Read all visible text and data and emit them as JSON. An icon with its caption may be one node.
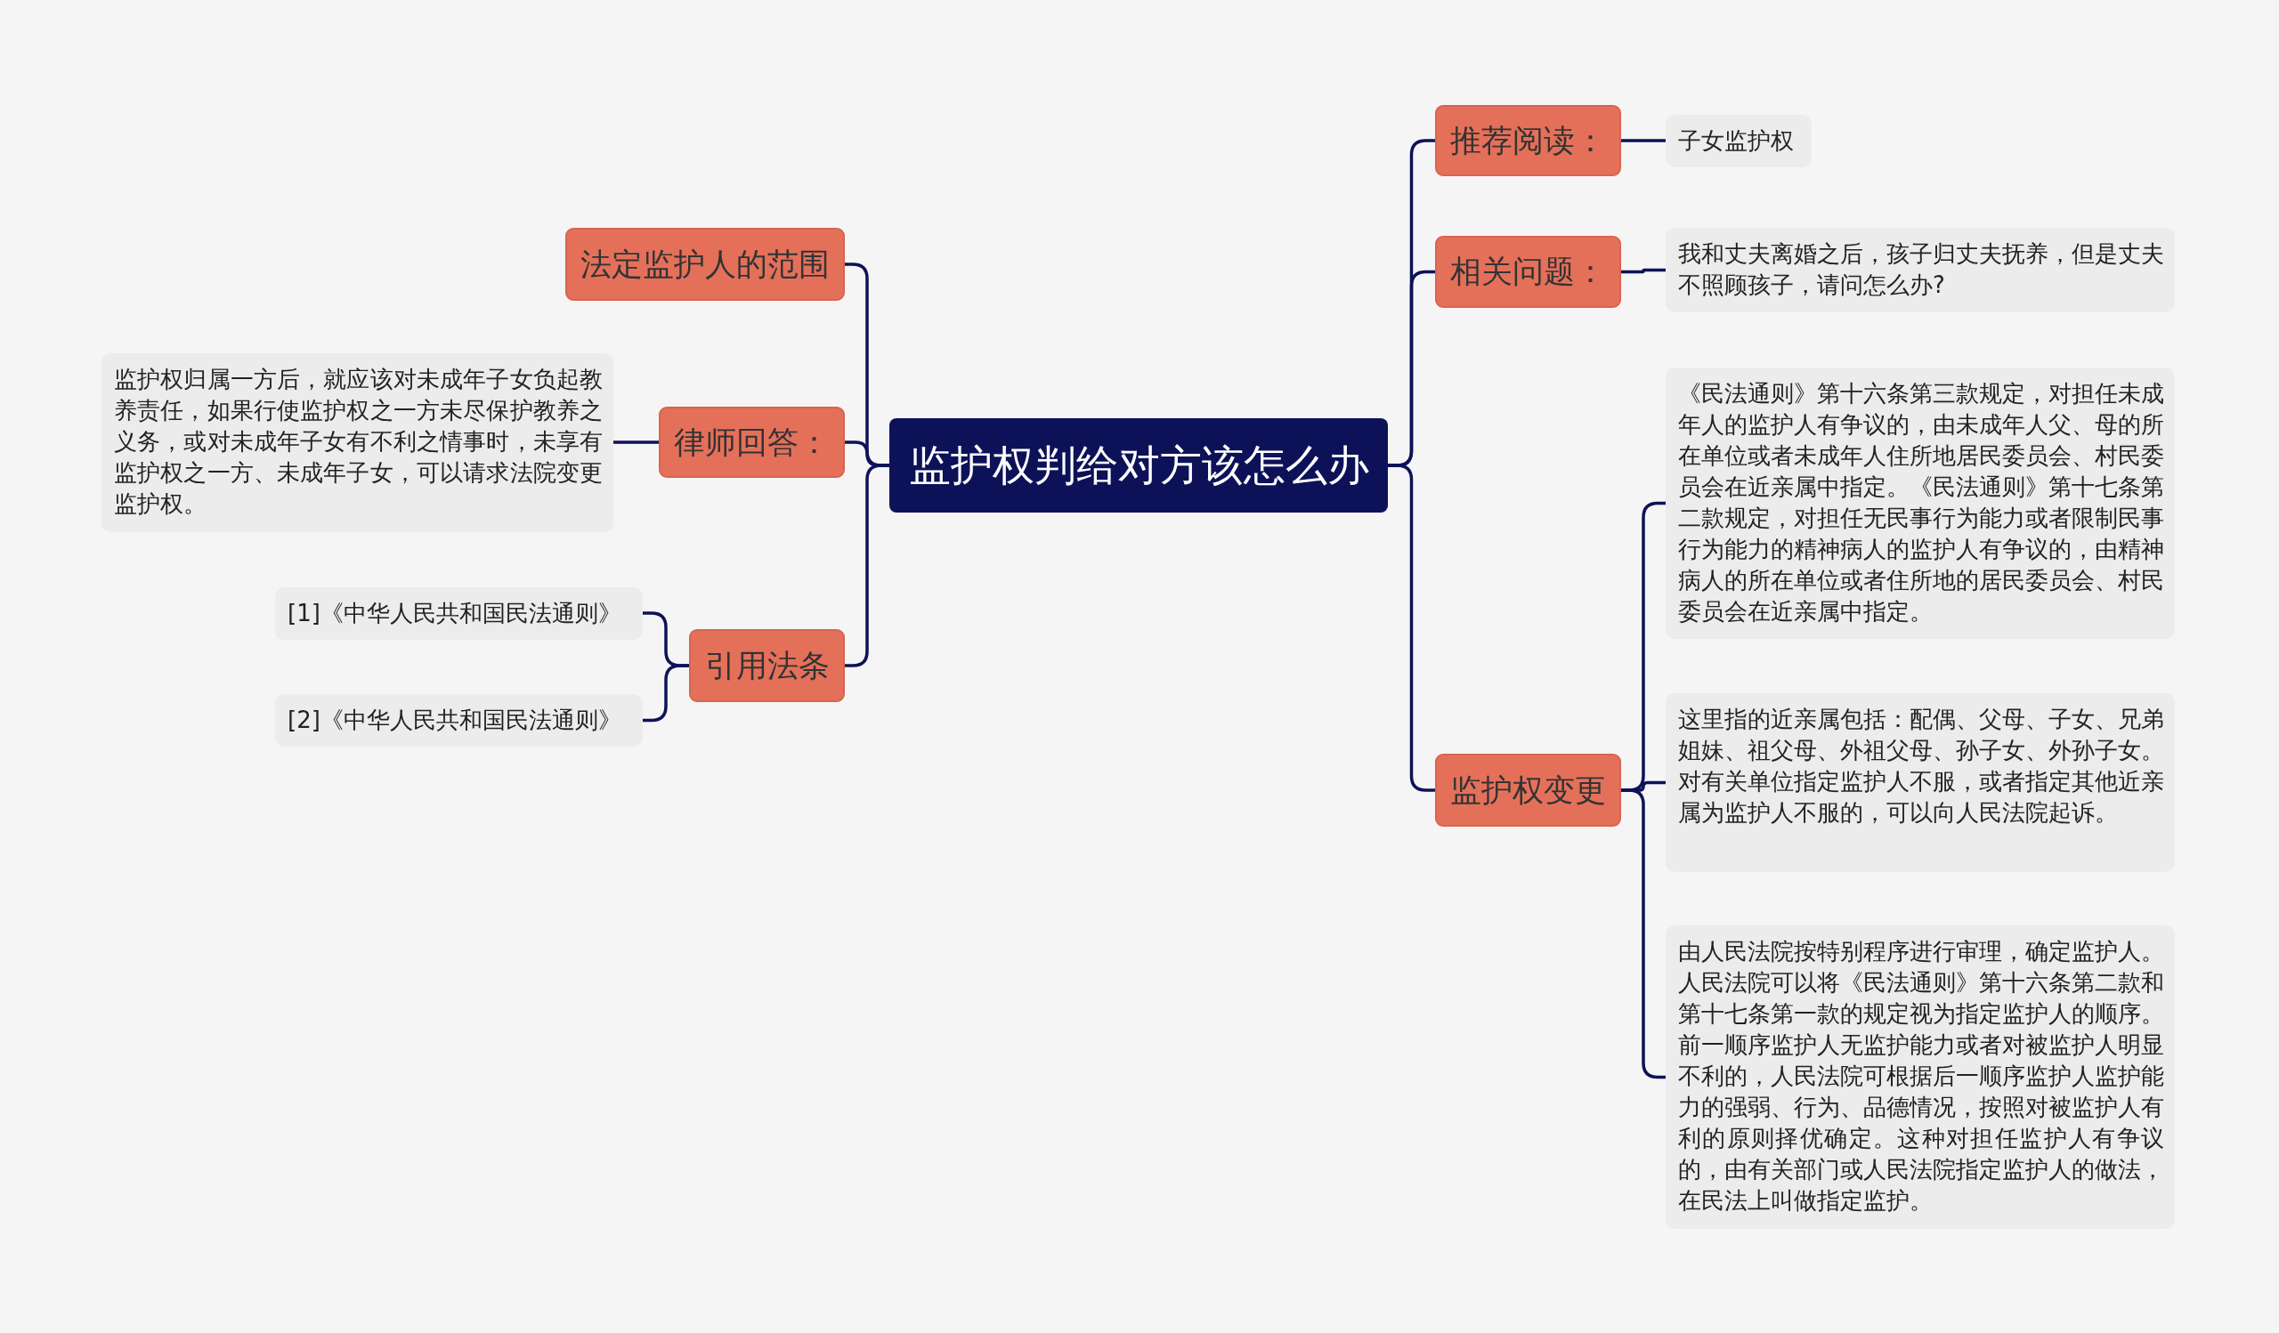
{
  "diagram": {
    "nodes": [
      {
        "text": [
          "监护权判给对方该怎么办"
        ]
      },
      {
        "text": [
          "法定监护人的范围"
        ]
      },
      {
        "text": [
          "律师回答："
        ]
      },
      {
        "text": [
          "监护权归属一方后，就应该对未成年子女负起教养责任，如果行使监护权之一方未尽保护教养之义务，或对未成年子女有不利之情事时，未享有监护权之一方、未成年子女，可以请求法院变更监护权。"
        ]
      },
      {
        "text": [
          "引用法条"
        ]
      },
      {
        "text": [
          "[1]《中华人民共和国民法通则》"
        ]
      },
      {
        "text": [
          "[2]《中华人民共和国民法通则》"
        ]
      },
      {
        "text": [
          "推荐阅读："
        ]
      },
      {
        "text": [
          "子女监护权"
        ]
      },
      {
        "text": [
          "相关问题："
        ]
      },
      {
        "text": [
          "我和丈夫离婚之后，孩子归丈夫抚养，但是丈夫不照顾孩子，请问怎么办?"
        ]
      },
      {
        "text": [
          "监护权变更"
        ]
      },
      {
        "text": [
          "《民法通则》第十六条第三款规定，对担任未成年人的监护人有争议的，由未成年人父、母的所在单位或者未成年人住所地居民委员会、村民委员会在近亲属中指定。《民法通则》第十七条第二款规定，对担任无民事行为能力或者限制民事行为能力的精神病人的监护人有争议的，由精神病人的所在单位或者住所地的居民委员会、村民委员会在近亲属中指定。"
        ]
      },
      {
        "text": [
          "这里指的近亲属包括：配偶、父母、子女、兄弟姐妹、祖父母、外祖父母、孙子女、外孙子女。对有关单位指定监护人不服，或者指定其他近亲属为监护人不服的，可以向人民法院起诉。"
        ]
      },
      {
        "text": [
          "由人民法院按特别程序进行审理，确定监护人。人民法院可以将《民法通则》第十六条第二款和第十七条第一款的规定视为指定监护人的顺序。前一顺序监护人无监护能力或者对被监护人明显不利的，人民法院可根据后一顺序监护人监护能力的强弱、行为、品德情况，按照对被监护人有利的原则择优确定。这种对担任监护人有争议的，由有关部门或人民法院指定监护人的做法，在民法上叫做指定监护。"
        ]
      }
    ],
    "edges": [
      {
        "from": 0,
        "to": 1,
        "arrow": "none"
      },
      {
        "from": 0,
        "to": 2,
        "arrow": "none"
      },
      {
        "from": 2,
        "to": 3,
        "arrow": "none"
      },
      {
        "from": 0,
        "to": 4,
        "arrow": "none"
      },
      {
        "from": 4,
        "to": 5,
        "arrow": "none"
      },
      {
        "from": 4,
        "to": 6,
        "arrow": "none"
      },
      {
        "from": 0,
        "to": 7,
        "arrow": "none"
      },
      {
        "from": 7,
        "to": 8,
        "arrow": "none"
      },
      {
        "from": 0,
        "to": 9,
        "arrow": "none"
      },
      {
        "from": 9,
        "to": 10,
        "arrow": "none"
      },
      {
        "from": 0,
        "to": 11,
        "arrow": "none"
      },
      {
        "from": 11,
        "to": 12,
        "arrow": "none"
      },
      {
        "from": 11,
        "to": 13,
        "arrow": "none"
      },
      {
        "from": 11,
        "to": 14,
        "arrow": "none"
      }
    ]
  }
}
